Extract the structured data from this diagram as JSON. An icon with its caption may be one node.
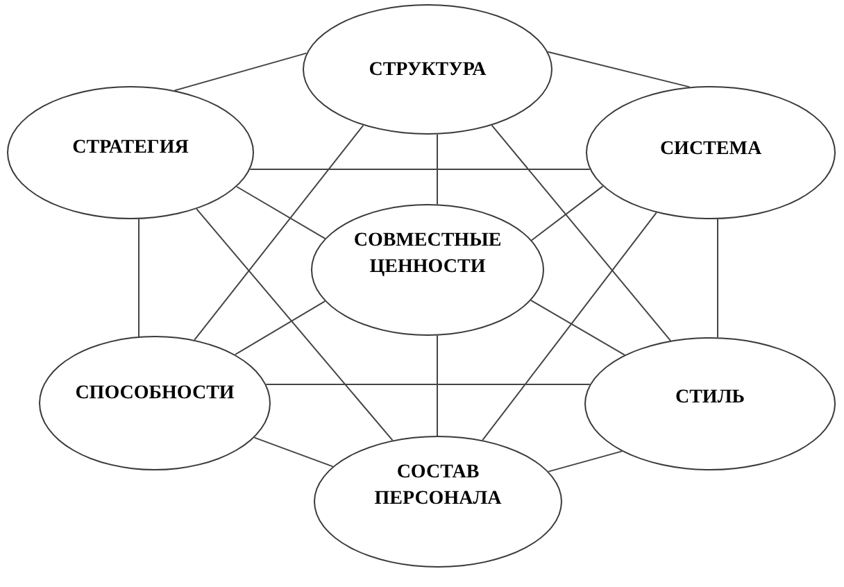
{
  "diagram": {
    "nodes": [
      {
        "text": [
          "СТРУКТУРА"
        ]
      },
      {
        "text": [
          "СТРАТЕГИЯ"
        ]
      },
      {
        "text": [
          "СИСТЕМА"
        ]
      },
      {
        "text": [
          "СОВМЕСТНЫЕ ЦЕННОСТИ"
        ]
      },
      {
        "text": [
          "СПОСОБНОСТИ"
        ]
      },
      {
        "text": [
          "СТИЛЬ"
        ]
      },
      {
        "text": [
          "СОСТАВ ПЕРСОНАЛА"
        ]
      }
    ],
    "edges": [
      {
        "from": 1,
        "to": 0,
        "arrow": "none"
      },
      {
        "from": 0,
        "to": 2,
        "arrow": "none"
      },
      {
        "from": 1,
        "to": 2,
        "arrow": "none"
      },
      {
        "from": 1,
        "to": 4,
        "arrow": "none"
      },
      {
        "from": 2,
        "to": 5,
        "arrow": "none"
      },
      {
        "from": 4,
        "to": 5,
        "arrow": "none"
      },
      {
        "from": 4,
        "to": 6,
        "arrow": "none"
      },
      {
        "from": 5,
        "to": 6,
        "arrow": "none"
      },
      {
        "from": 0,
        "to": 3,
        "arrow": "none"
      },
      {
        "from": 3,
        "to": 6,
        "arrow": "none"
      },
      {
        "from": 1,
        "to": 3,
        "arrow": "none"
      },
      {
        "from": 2,
        "to": 3,
        "arrow": "none"
      },
      {
        "from": 4,
        "to": 3,
        "arrow": "none"
      },
      {
        "from": 5,
        "to": 3,
        "arrow": "none"
      },
      {
        "from": 0,
        "to": 4,
        "arrow": "none"
      },
      {
        "from": 0,
        "to": 5,
        "arrow": "none"
      },
      {
        "from": 1,
        "to": 6,
        "arrow": "none"
      },
      {
        "from": 2,
        "to": 6,
        "arrow": "none"
      }
    ]
  }
}
